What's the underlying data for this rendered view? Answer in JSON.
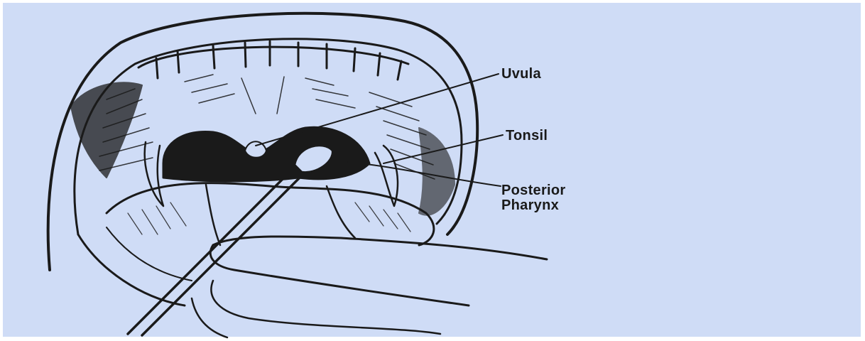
{
  "diagram": {
    "labels": {
      "uvula": "Uvula",
      "tonsil": "Tonsil",
      "posterior_pharynx_line1": "Posterior",
      "posterior_pharynx_line2": "Pharynx"
    },
    "colors": {
      "background": "#cfdcf6",
      "ink": "#1a1a1a"
    }
  }
}
